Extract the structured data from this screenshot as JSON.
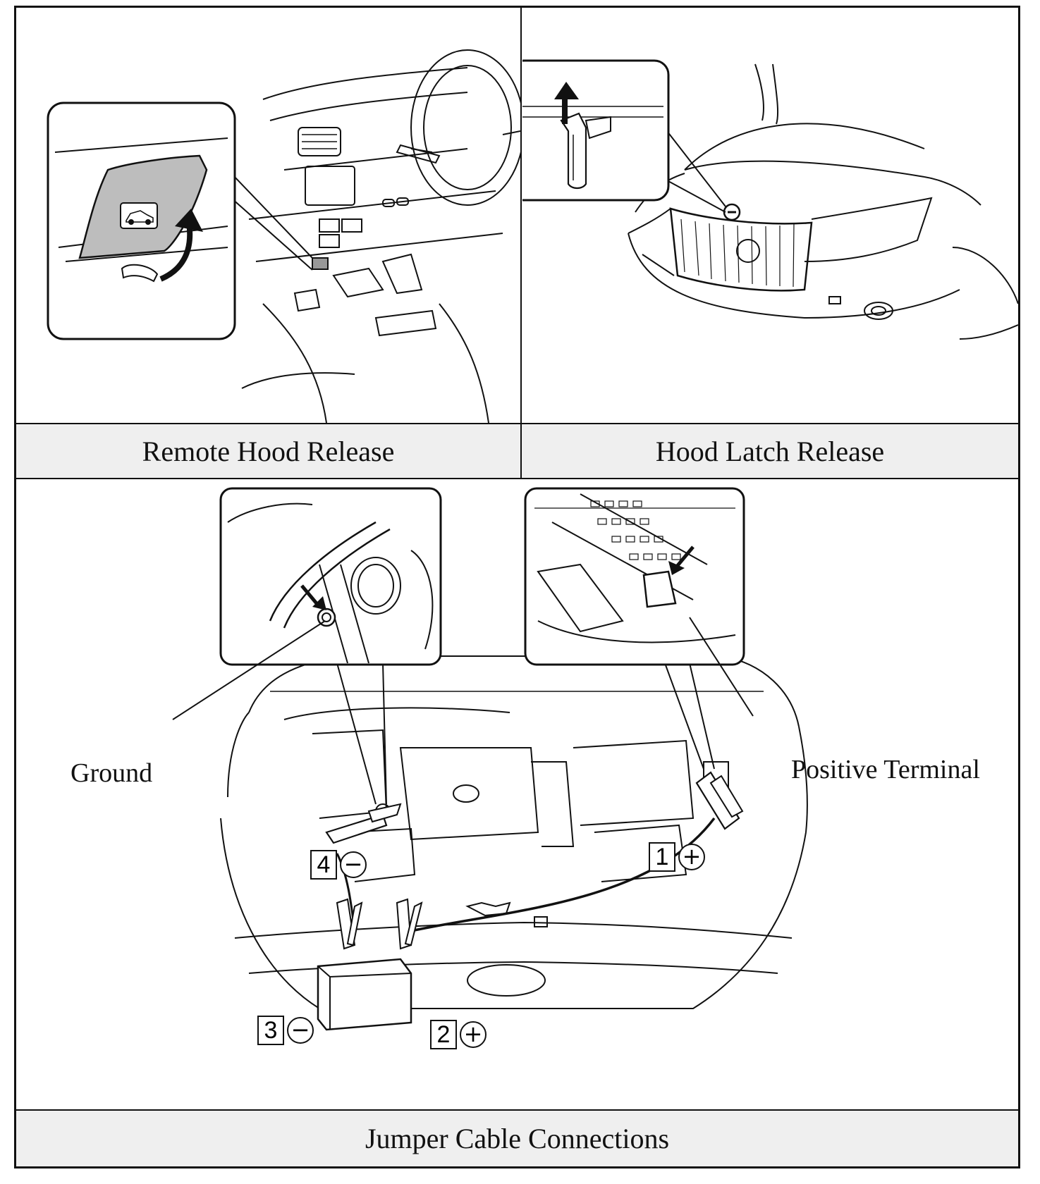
{
  "captions": {
    "remote_hood_release": "Remote Hood Release",
    "hood_latch_release": "Hood Latch Release",
    "jumper_cable_connections": "Jumper Cable Connections"
  },
  "labels": {
    "ground": "Ground",
    "positive_terminal": "Positive Terminal"
  },
  "steps": [
    {
      "number": "1",
      "sign": "+"
    },
    {
      "number": "2",
      "sign": "+"
    },
    {
      "number": "3",
      "sign": "−"
    },
    {
      "number": "4",
      "sign": "−"
    }
  ],
  "icons": {
    "hood_release_handle": "car-hood-icon",
    "latch_marker": "minus-circle-icon"
  }
}
